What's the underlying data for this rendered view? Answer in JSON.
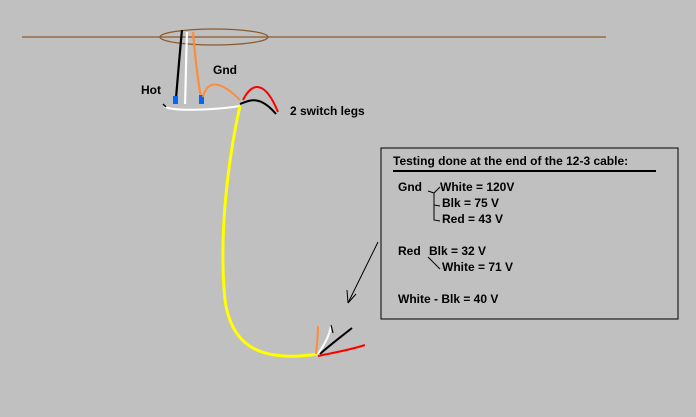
{
  "labels": {
    "hot": "Hot",
    "gnd": "Gnd",
    "switch_legs": "2 switch legs"
  },
  "test_box": {
    "title": "Testing done at the end of the 12-3 cable:",
    "gnd_group": {
      "label": "Gnd",
      "readings": [
        "White = 120V",
        "Blk = 75 V",
        "Red = 43 V"
      ]
    },
    "red_group": {
      "label": "Red",
      "readings": [
        "Blk = 32 V",
        "White = 71 V"
      ]
    },
    "white_blk": "White - Blk = 40 V"
  },
  "colors": {
    "background": "#c0c0c0",
    "ceiling_line": "#8b5a2b",
    "cable_yellow": "#ffff00",
    "wire_orange": "#ff8c3a",
    "wire_red": "#ff0000",
    "wire_white": "#ffffff",
    "wire_black": "#000000",
    "wire_nut_blue": "#0066ff"
  }
}
